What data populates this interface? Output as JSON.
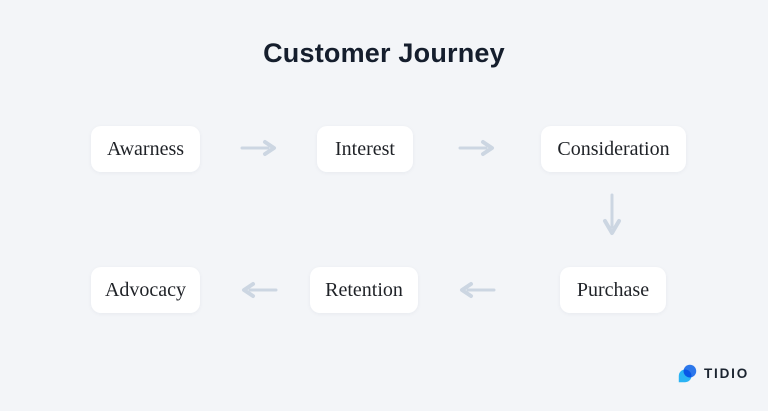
{
  "title": "Customer Journey",
  "diagram": {
    "stages": [
      {
        "label": "Awarness"
      },
      {
        "label": "Interest"
      },
      {
        "label": "Consideration"
      },
      {
        "label": "Purchase"
      },
      {
        "label": "Retention"
      },
      {
        "label": "Advocacy"
      }
    ]
  },
  "logo": {
    "brand": "TIDIO"
  },
  "colors": {
    "background": "#f3f5f8",
    "card": "#ffffff",
    "title_text": "#151e2d",
    "stage_text": "#1f2227",
    "arrow": "#ccd6e2",
    "logo_blue": "#2e7cf2",
    "logo_cyan": "#2ab3f4",
    "logo_text": "#1b2430"
  }
}
